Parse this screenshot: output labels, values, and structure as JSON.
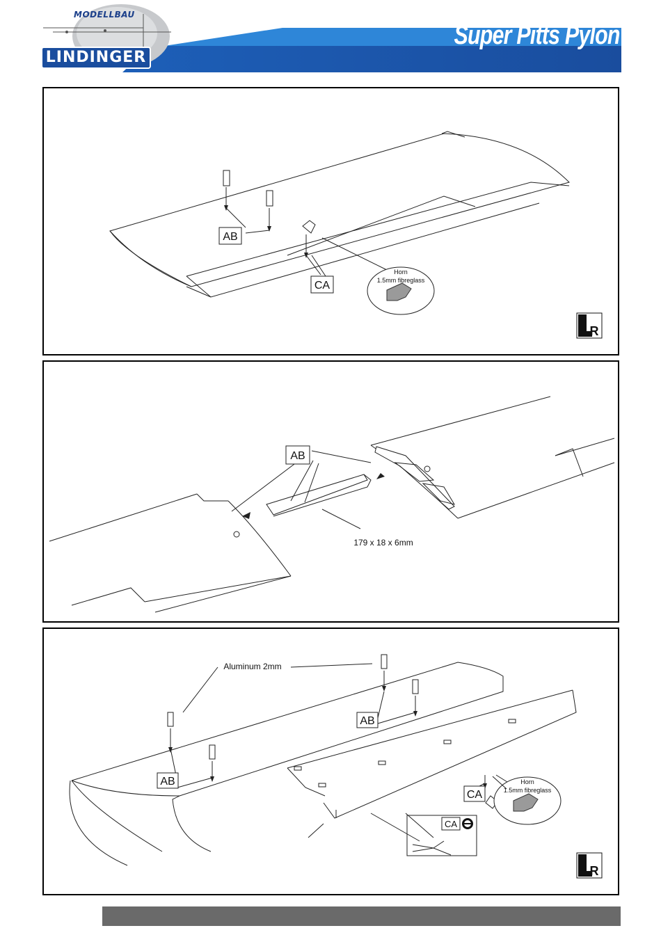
{
  "header": {
    "brand_small": "MODELLBAU",
    "brand_name": "LINDINGER",
    "title": "Super Pitts Pylon",
    "colors": {
      "blue": "#1a4d9e",
      "light_blue": "#2e86d8",
      "gray_logo": "#c7c9cc"
    }
  },
  "panel1": {
    "label_ab": "AB",
    "label_ca": "CA",
    "horn_line1": "Horn",
    "horn_line2": "1.5mm fibreglass",
    "lr_l": "L",
    "lr_r": "R"
  },
  "panel2": {
    "label_ab": "AB",
    "dimension": "179 x 18 x 6mm"
  },
  "panel3": {
    "aluminum": "Aluminum 2mm",
    "label_ab_1": "AB",
    "label_ab_2": "AB",
    "label_ca_1": "CA",
    "label_ca_2": "CA",
    "horn_line1": "Horn",
    "horn_line2": "1.5mm fibreglass",
    "lr_l": "L",
    "lr_r": "R"
  }
}
